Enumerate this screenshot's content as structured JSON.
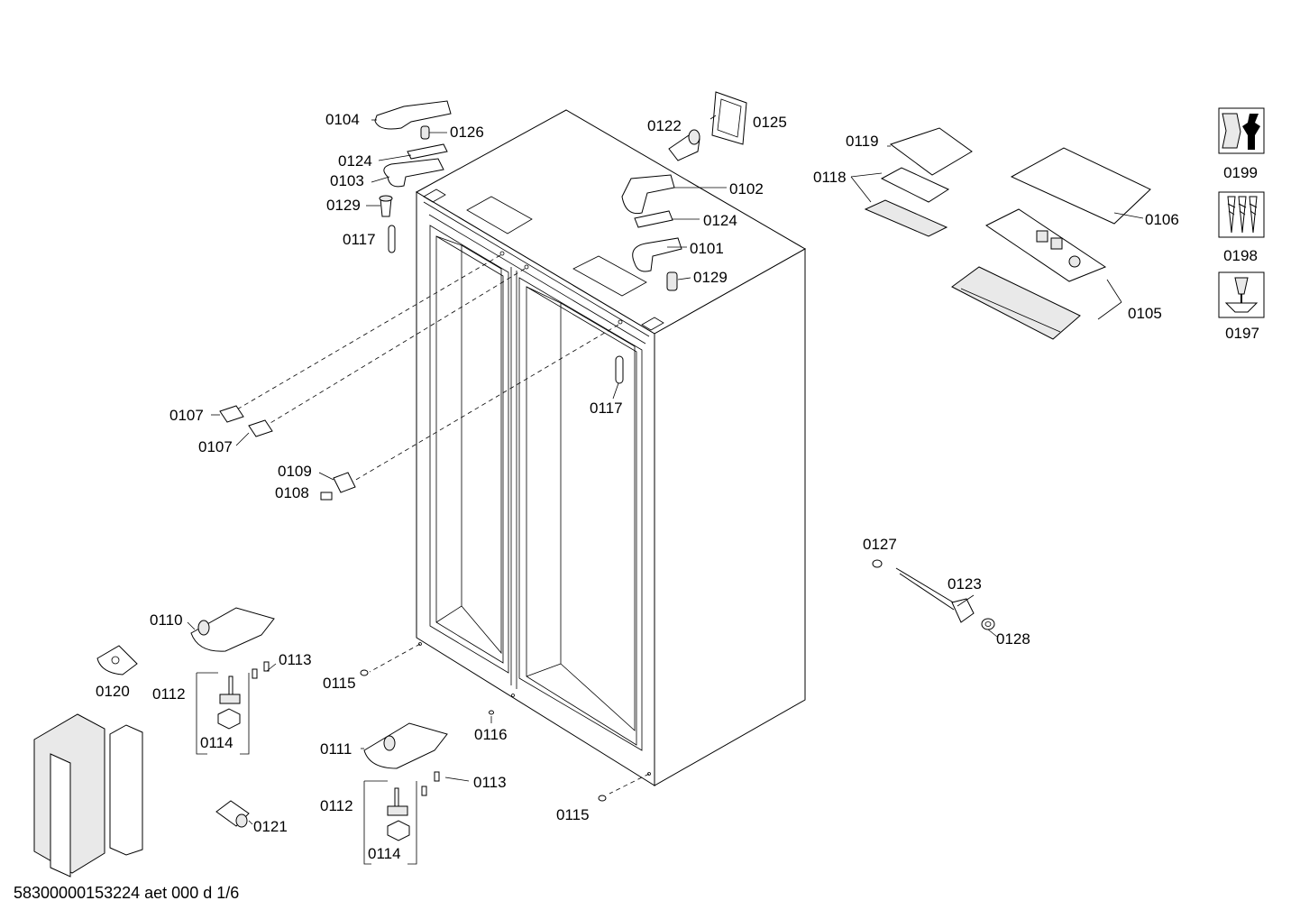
{
  "diagram": {
    "footer_code": "58300000153224 aet 000 d 1/6",
    "part_labels": [
      "0104",
      "0126",
      "0124",
      "0103",
      "0129",
      "0117",
      "0122",
      "0125",
      "0102",
      "0124",
      "0101",
      "0129",
      "0119",
      "0118",
      "0106",
      "0105",
      "0107",
      "0107",
      "0109",
      "0108",
      "0117",
      "0127",
      "0123",
      "0128",
      "0110",
      "0113",
      "0120",
      "0112",
      "0114",
      "0115",
      "0116",
      "0111",
      "0113",
      "0112",
      "0114",
      "0115",
      "0121"
    ],
    "symbols": [
      {
        "label": "0199",
        "icon": "wrench-icon"
      },
      {
        "label": "0198",
        "icon": "screws-icon"
      },
      {
        "label": "0197",
        "icon": "screwdriver-icon"
      }
    ]
  }
}
